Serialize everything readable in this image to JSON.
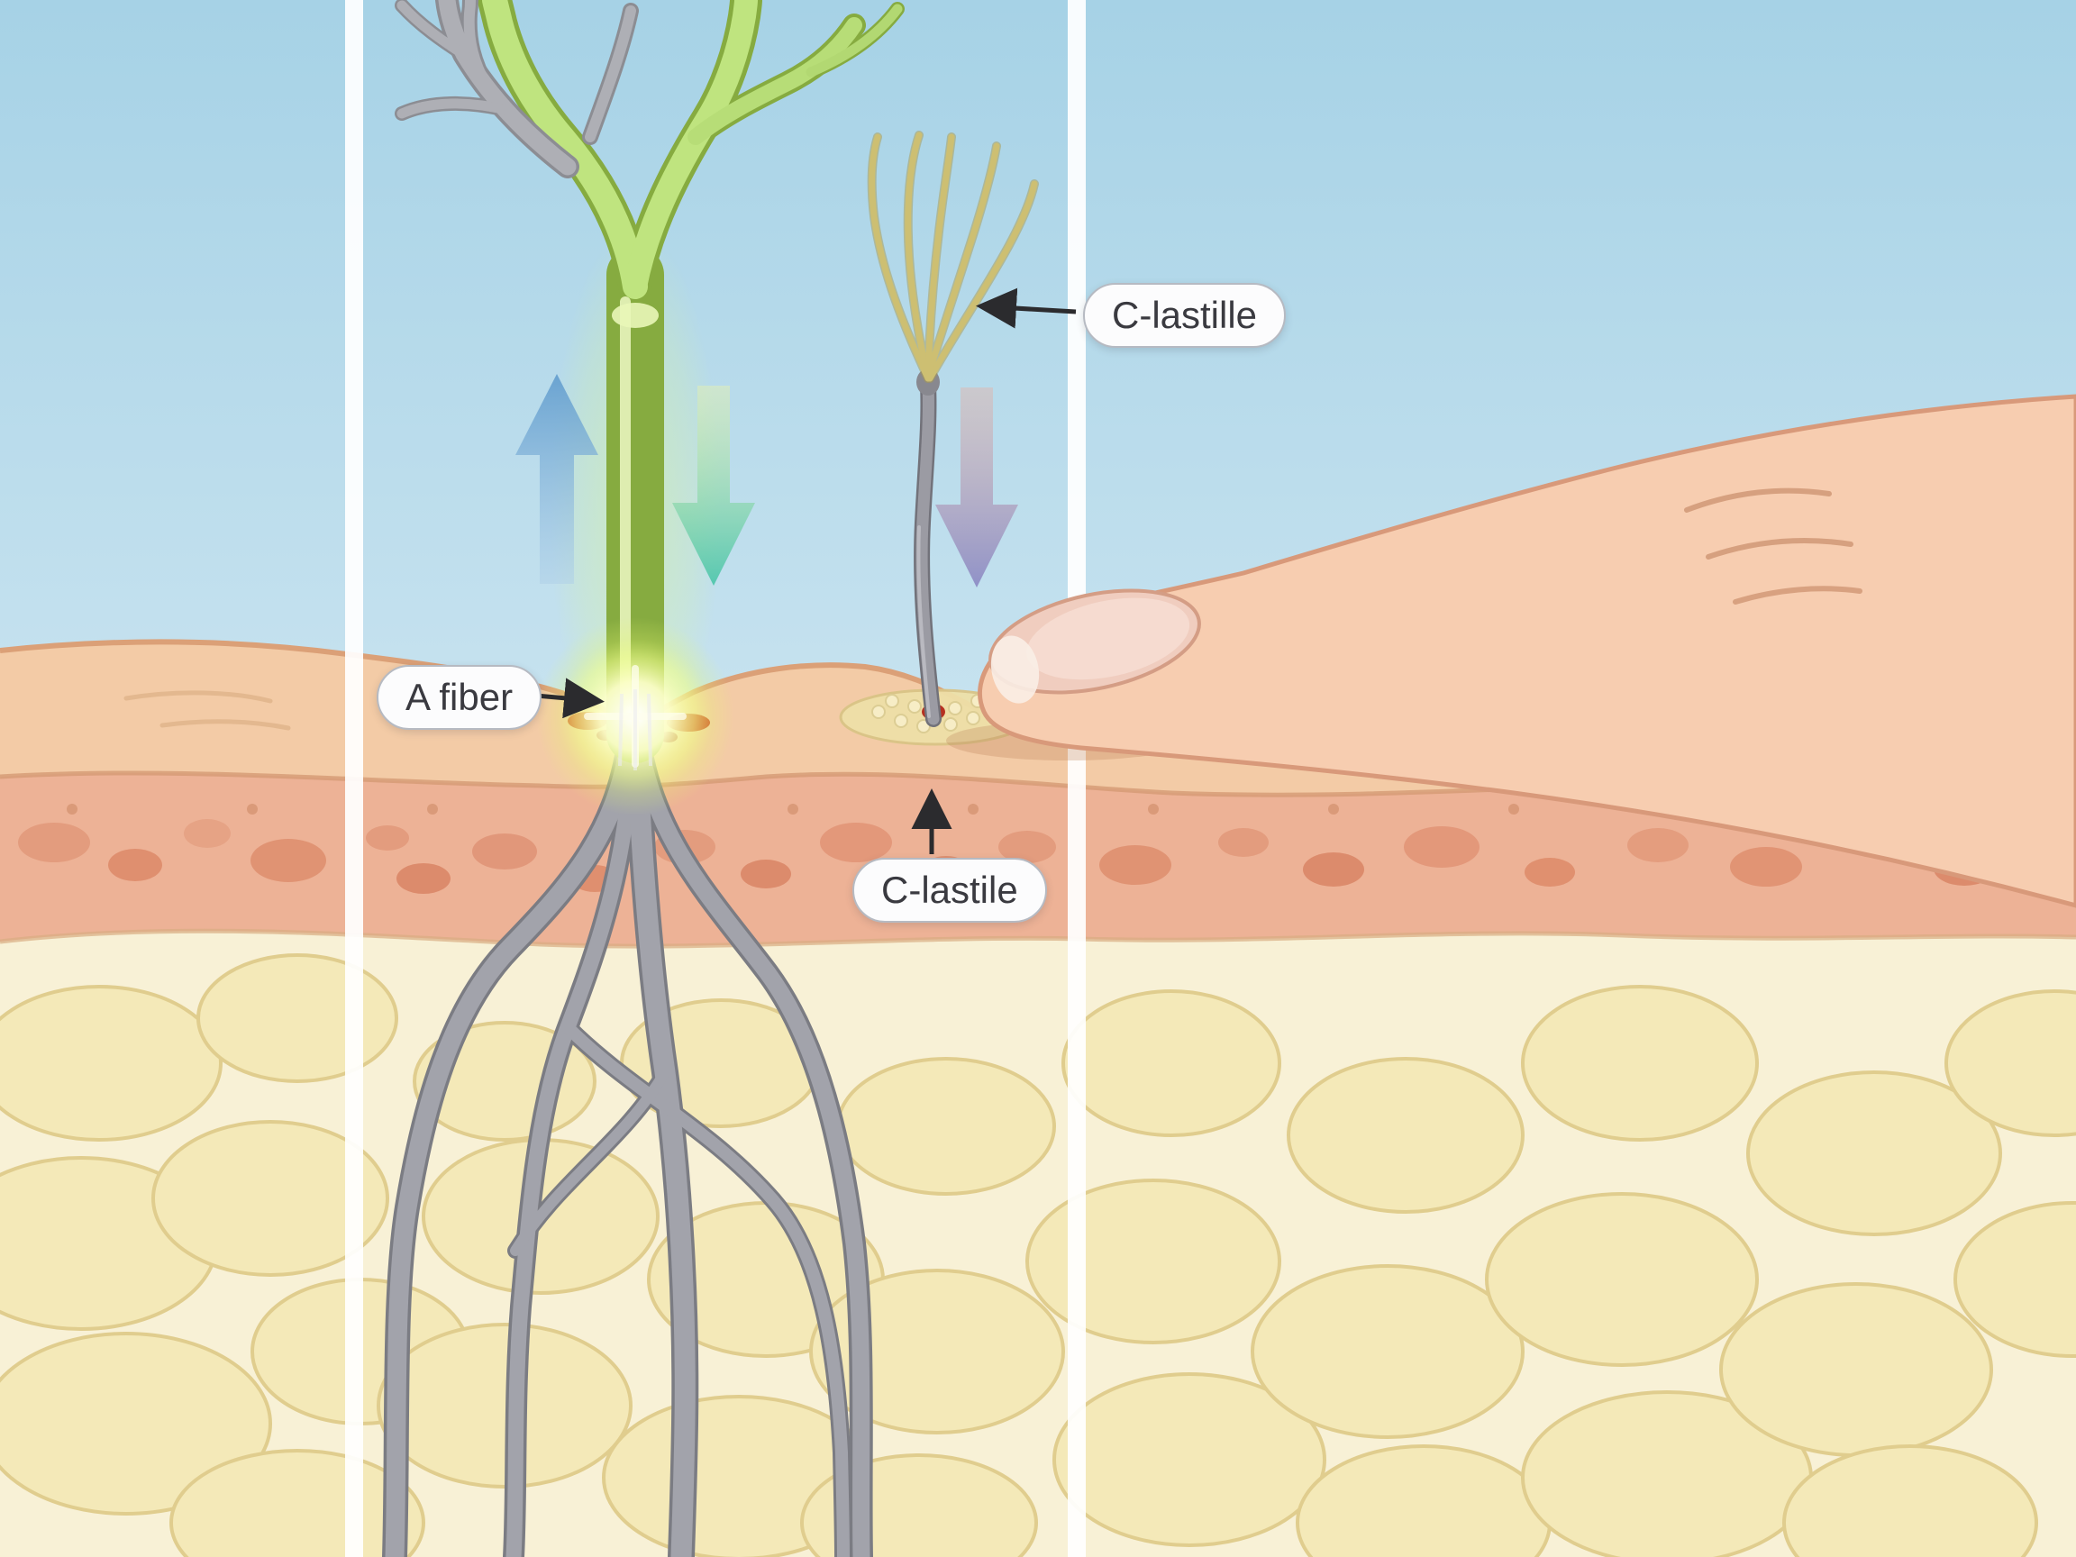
{
  "figure": {
    "labels": {
      "a_fiber": "A fiber",
      "c_fiber_top": "C-lastille",
      "c_fiber_bottom": "C-lastile"
    },
    "colors": {
      "a_fiber_green": "#bfe463",
      "c_fiber_gray": "#9b9ba3",
      "c_fiber_tips_yellow": "#cdbf72",
      "arrow_up_blue": "#5f9bcd",
      "arrow_down_green": "#46c4a8",
      "arrow_down_purple": "#8886c2",
      "entry_glow": "#f4ff9e",
      "sky": "#a6d2e6",
      "epidermis": "#f3cba6",
      "dermis": "#edb296",
      "fat": "#f8f1d6",
      "finger_skin": "#f7cdb0"
    }
  }
}
